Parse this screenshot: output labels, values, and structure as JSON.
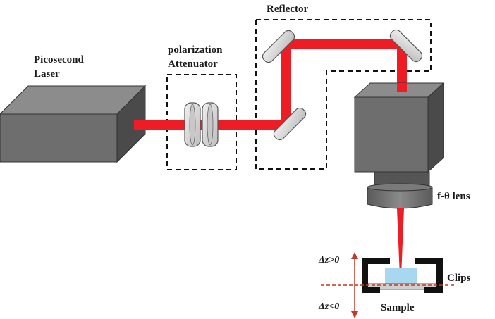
{
  "labels": {
    "laser_line1": "Picosecond",
    "laser_line2": "Laser",
    "attenuator_line1": "polarization",
    "attenuator_line2": "Attenuator",
    "reflector": "Reflector",
    "lens": "f-θ lens",
    "clips": "Clips",
    "sample": "Sample",
    "dz_pos": "Δz>0",
    "dz_neg": "Δz<0"
  },
  "colors": {
    "beam": "#ee1c24",
    "box_front": "#6e6e6e",
    "box_top": "#8c8c8c",
    "box_side": "#4a4a4a",
    "mirror": "#d9d9d9",
    "sample_fill": "#a8d8f0",
    "clip": "#111111",
    "dashed_box": "#111111"
  }
}
